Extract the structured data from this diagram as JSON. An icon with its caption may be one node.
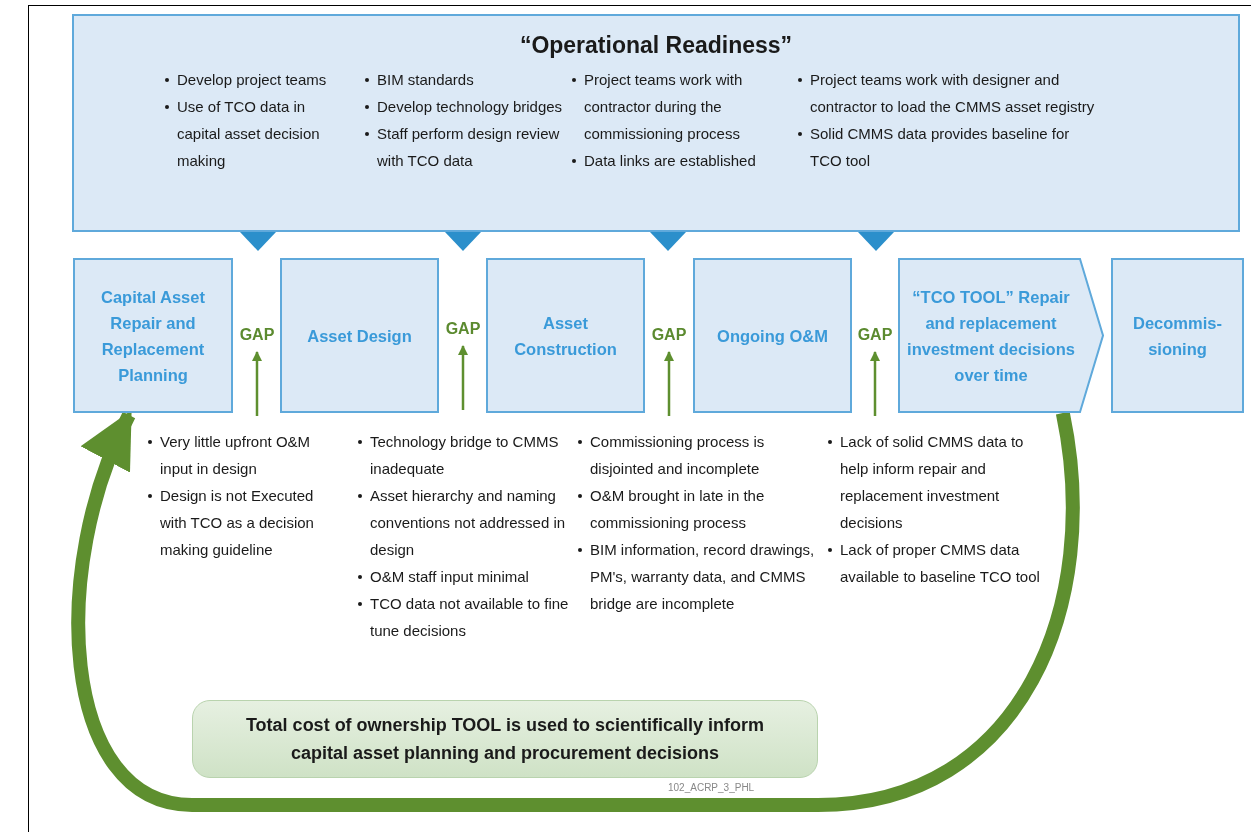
{
  "diagram": {
    "nodes": [
      {
        "text": [
          "“Operational Readiness”",
          "Develop project teams",
          "Use of TCO data in capital asset decision making",
          "BIM standards",
          "Develop technology bridges",
          "Staff perform design review with TCO data",
          "Project teams work with contractor during the commissioning process",
          "Data links are established",
          "Project teams work with designer and contractor to load the CMMS asset registry",
          "Solid CMMS data provides baseline for TCO tool"
        ]
      },
      {
        "text": [
          "Capital Asset Repair and Replacement Planning"
        ]
      },
      {
        "text": [
          "GAP"
        ]
      },
      {
        "text": [
          "Asset Design"
        ]
      },
      {
        "text": [
          "GAP"
        ]
      },
      {
        "text": [
          "Asset Construction"
        ]
      },
      {
        "text": [
          "GAP"
        ]
      },
      {
        "text": [
          "Ongoing O&M"
        ]
      },
      {
        "text": [
          "GAP"
        ]
      },
      {
        "text": [
          "“TCO TOOL” Repair and replacement investment decisions over time"
        ]
      },
      {
        "text": [
          "Decommis-sioning"
        ]
      },
      {
        "text": [
          "Total cost of ownership TOOL is used to scientifically inform capital asset planning and procurement decisions"
        ],
        "beside": [
          "102_ACRP_3_PHL"
        ]
      }
    ],
    "edges": [
      {
        "from": null,
        "to": 2,
        "arrow": "to"
      },
      {
        "from": null,
        "to": 4,
        "arrow": "to"
      },
      {
        "from": null,
        "to": 6,
        "arrow": "to"
      },
      {
        "from": null,
        "to": 8,
        "arrow": "to"
      },
      {
        "from": 9,
        "to": 1,
        "arrow": "to",
        "style": "thick"
      }
    ],
    "labels": [
      "Very little upfront O&M input in design",
      "Design is not Executed with TCO as a decision making guideline",
      "Technology bridge to CMMS inadequate",
      "Asset hierarchy and naming conventions not addressed in design",
      "O&M staff input minimal",
      "TCO data not available to fine tune decisions",
      "Commissioning process is disjointed and incomplete",
      "O&M brought in late in the commissioning process",
      "BIM information, record drawings, PM's, warranty data, and CMMS bridge are incomplete",
      "Lack of solid CMMS data to help inform repair and replacement investment decisions",
      "Lack of proper CMMS data available to baseline TCO tool"
    ]
  }
}
